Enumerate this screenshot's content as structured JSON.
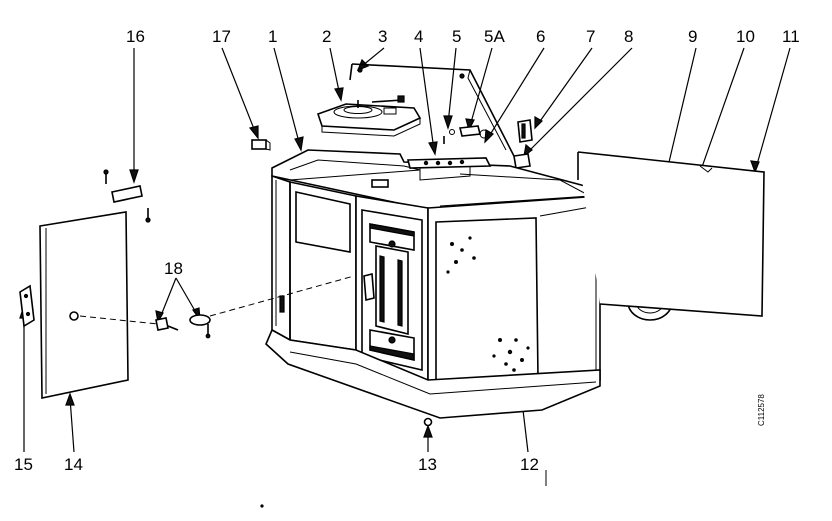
{
  "diagram": {
    "callouts": [
      "16",
      "17",
      "1",
      "2",
      "3",
      "4",
      "5",
      "5A",
      "6",
      "7",
      "8",
      "9",
      "10",
      "11",
      "18",
      "15",
      "14",
      "13",
      "12"
    ],
    "serial": "C112578"
  }
}
